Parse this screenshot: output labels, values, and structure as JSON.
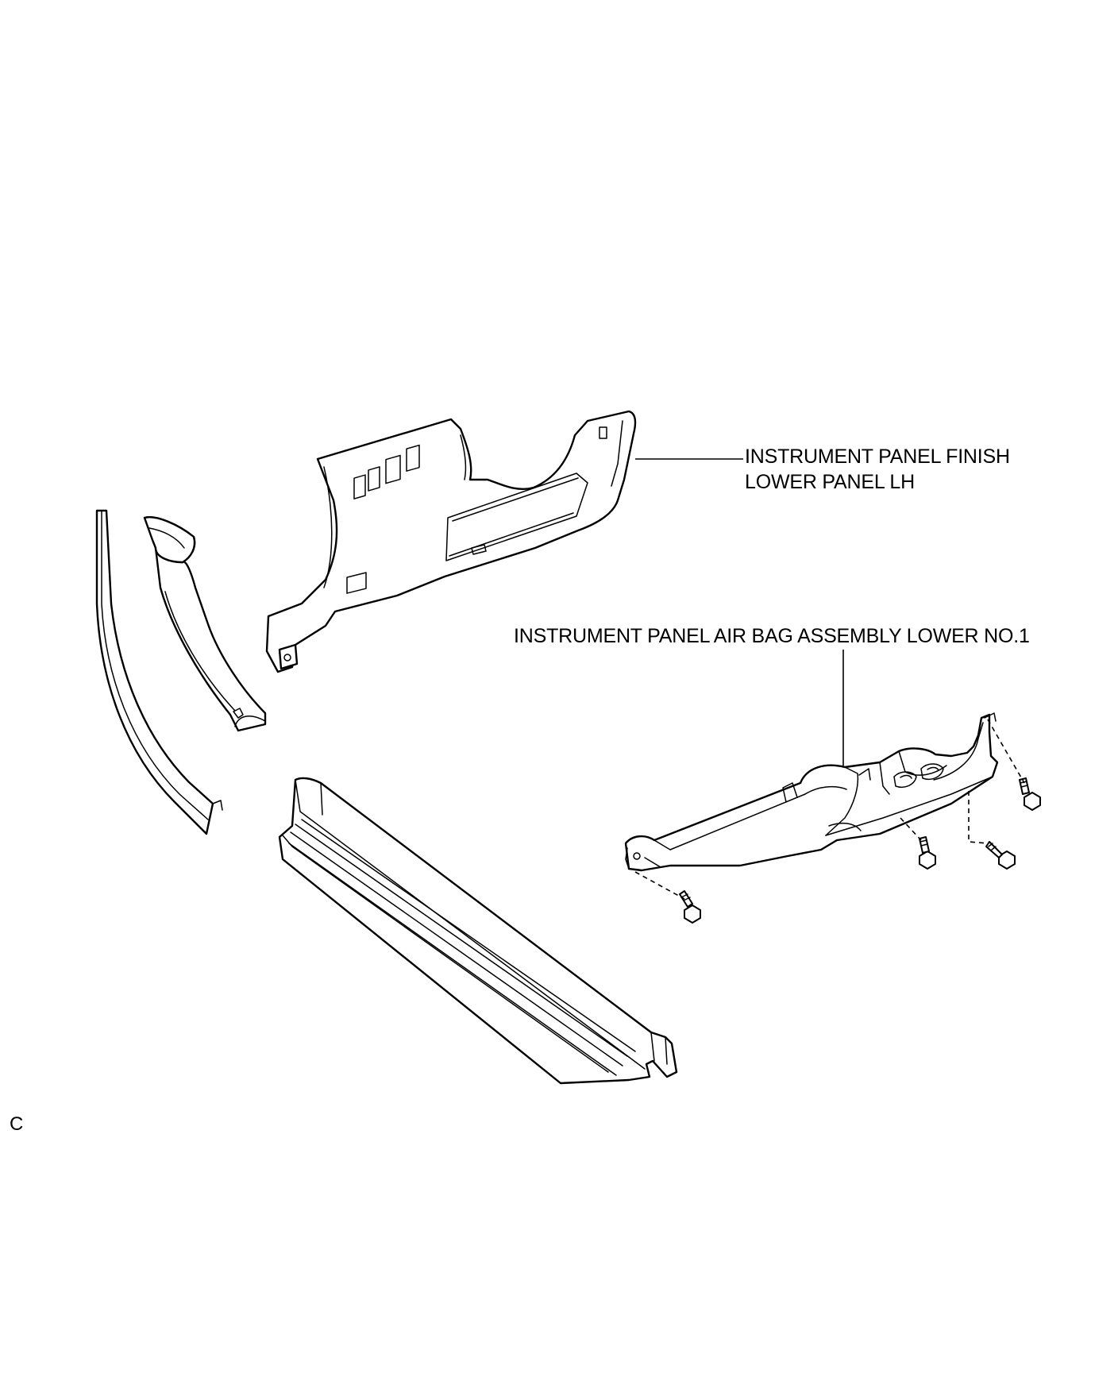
{
  "labels": {
    "finish_panel": [
      "INSTRUMENT PANEL FINISH",
      "LOWER PANEL LH"
    ],
    "airbag": "INSTRUMENT PANEL AIR BAG ASSEMBLY LOWER NO.1",
    "corner": "C"
  },
  "colors": {
    "line": "#000000",
    "background": "#ffffff"
  }
}
